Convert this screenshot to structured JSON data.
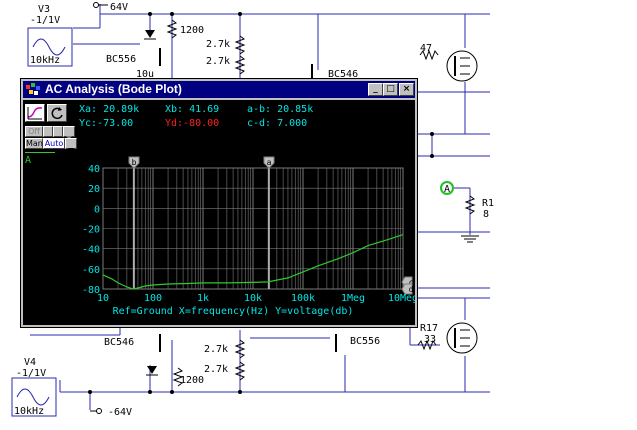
{
  "schematic": {
    "v3_label": "V3",
    "v3_value": "-1/1V",
    "v3_freq": "10kHz",
    "v4_label": "V4",
    "v4_value": "-1/1V",
    "v4_freq": "10kHz",
    "supply_pos": "64V",
    "supply_neg": "-64V",
    "bc556_top": "BC556",
    "bc546_top": "BC546",
    "bc546_bottom": "BC546",
    "bc556_bottom": "BC556",
    "r1200_top": "1200",
    "r1200_bottom": "1200",
    "r27k_1": "2.7k",
    "r27k_2": "2.7k",
    "r27k_3": "2.7k",
    "r27k_4": "2.7k",
    "r47": "47",
    "r17_label": "R17",
    "r17_value": "33",
    "r1_label": "R1",
    "r1_value": "8",
    "c_partial": "10u",
    "probe_a": "A"
  },
  "window": {
    "title": "AC Analysis (Bode Plot)",
    "minimize": "_",
    "maximize": "□",
    "close": "×"
  },
  "toolbar": {
    "off_label": "Off",
    "man_label": "Man",
    "auto_label": "Auto",
    "trace_label": "A"
  },
  "readouts": {
    "xa": "Xa: 20.89k",
    "xb": "Xb: 41.69",
    "a_minus_b": "a-b: 20.85k",
    "yc": "Yc:-73.00",
    "yd": "Yd:-80.00",
    "c_minus_d": "c-d: 7.000"
  },
  "colors": {
    "background": "#000000",
    "readout": "#00e6e6",
    "readout_alt": "#ff2020",
    "trace": "#30c830",
    "grid": "#7a7a7a",
    "titlebar": "#000080"
  },
  "chart_data": {
    "type": "line",
    "title": "",
    "xlabel": "Ref=Ground   X=frequency(Hz) Y=voltage(db)",
    "ylabel": "",
    "x_scale": "log",
    "xlim": [
      10,
      10000000
    ],
    "ylim": [
      -80,
      40
    ],
    "x_tick_labels": [
      "10",
      "100",
      "1k",
      "10k",
      "100k",
      "1Meg",
      "10Meg"
    ],
    "y_tick_labels": [
      "40",
      "20",
      "0",
      "-20",
      "-40",
      "-60",
      "-80"
    ],
    "grid": true,
    "cursors": [
      {
        "name": "a",
        "x": 20890
      },
      {
        "name": "b",
        "x": 41.69
      },
      {
        "name": "c",
        "y": -73
      },
      {
        "name": "d",
        "y": -80
      }
    ],
    "series": [
      {
        "x": [
          10,
          15,
          20,
          30,
          40,
          50,
          70,
          100,
          200,
          500,
          1000,
          3000,
          10000,
          20000,
          50000,
          100000,
          200000,
          500000,
          1000000,
          2000000,
          5000000,
          10000000
        ],
        "y": [
          -66,
          -70,
          -74,
          -78,
          -80,
          -79,
          -77,
          -76,
          -75,
          -74.5,
          -74,
          -74,
          -73.5,
          -73,
          -69,
          -63,
          -57,
          -50,
          -44,
          -37,
          -31,
          -26
        ]
      }
    ]
  }
}
